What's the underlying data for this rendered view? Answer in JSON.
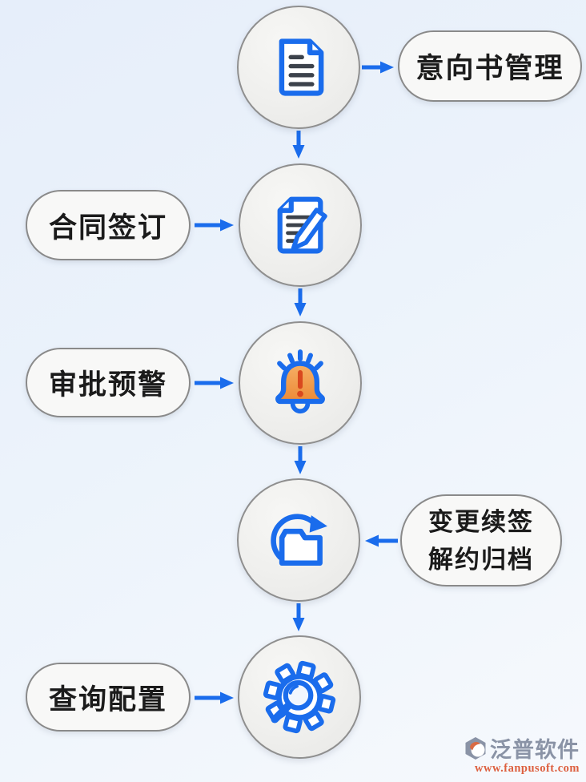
{
  "diagram": {
    "type": "vertical-flowchart",
    "background": "#ecf3fb",
    "steps": [
      {
        "id": "intent",
        "icon": "document-icon",
        "label": "意向书管理",
        "label_side": "right"
      },
      {
        "id": "sign",
        "icon": "contract-edit-icon",
        "label": "合同签订",
        "label_side": "left"
      },
      {
        "id": "alert",
        "icon": "alert-bell-icon",
        "label": "审批预警",
        "label_side": "left"
      },
      {
        "id": "archive",
        "icon": "folder-sync-icon",
        "label": "变更续签 解约归档",
        "label_line1": "变更续签",
        "label_line2": "解约归档",
        "label_side": "right"
      },
      {
        "id": "query",
        "icon": "gear-search-icon",
        "label": "查询配置",
        "label_side": "left"
      }
    ],
    "connections": [
      {
        "from": "intent-node",
        "to": "intent-label",
        "direction": "right"
      },
      {
        "from": "intent-node",
        "to": "sign-node",
        "direction": "down"
      },
      {
        "from": "sign-label",
        "to": "sign-node",
        "direction": "right"
      },
      {
        "from": "sign-node",
        "to": "alert-node",
        "direction": "down"
      },
      {
        "from": "alert-label",
        "to": "alert-node",
        "direction": "right"
      },
      {
        "from": "alert-node",
        "to": "archive-node",
        "direction": "down"
      },
      {
        "from": "archive-label",
        "to": "archive-node",
        "direction": "left"
      },
      {
        "from": "archive-node",
        "to": "query-node",
        "direction": "down"
      },
      {
        "from": "query-label",
        "to": "query-node",
        "direction": "right"
      }
    ]
  },
  "colors": {
    "accent_blue": "#1a6cec",
    "bell_orange": "#f09c50",
    "alert_red": "#d9481e",
    "node_fill": "#efefed",
    "node_border": "#8f8f8f",
    "pill_fill": "#f8f8f7",
    "pill_border": "#8a8a8a",
    "label_text": "#1b1b1b",
    "brand_gray": "#8a93a6",
    "brand_orange": "#dd5f3f"
  },
  "watermark": {
    "brand": "泛普软件",
    "url": "www.fanpusoft.com"
  }
}
